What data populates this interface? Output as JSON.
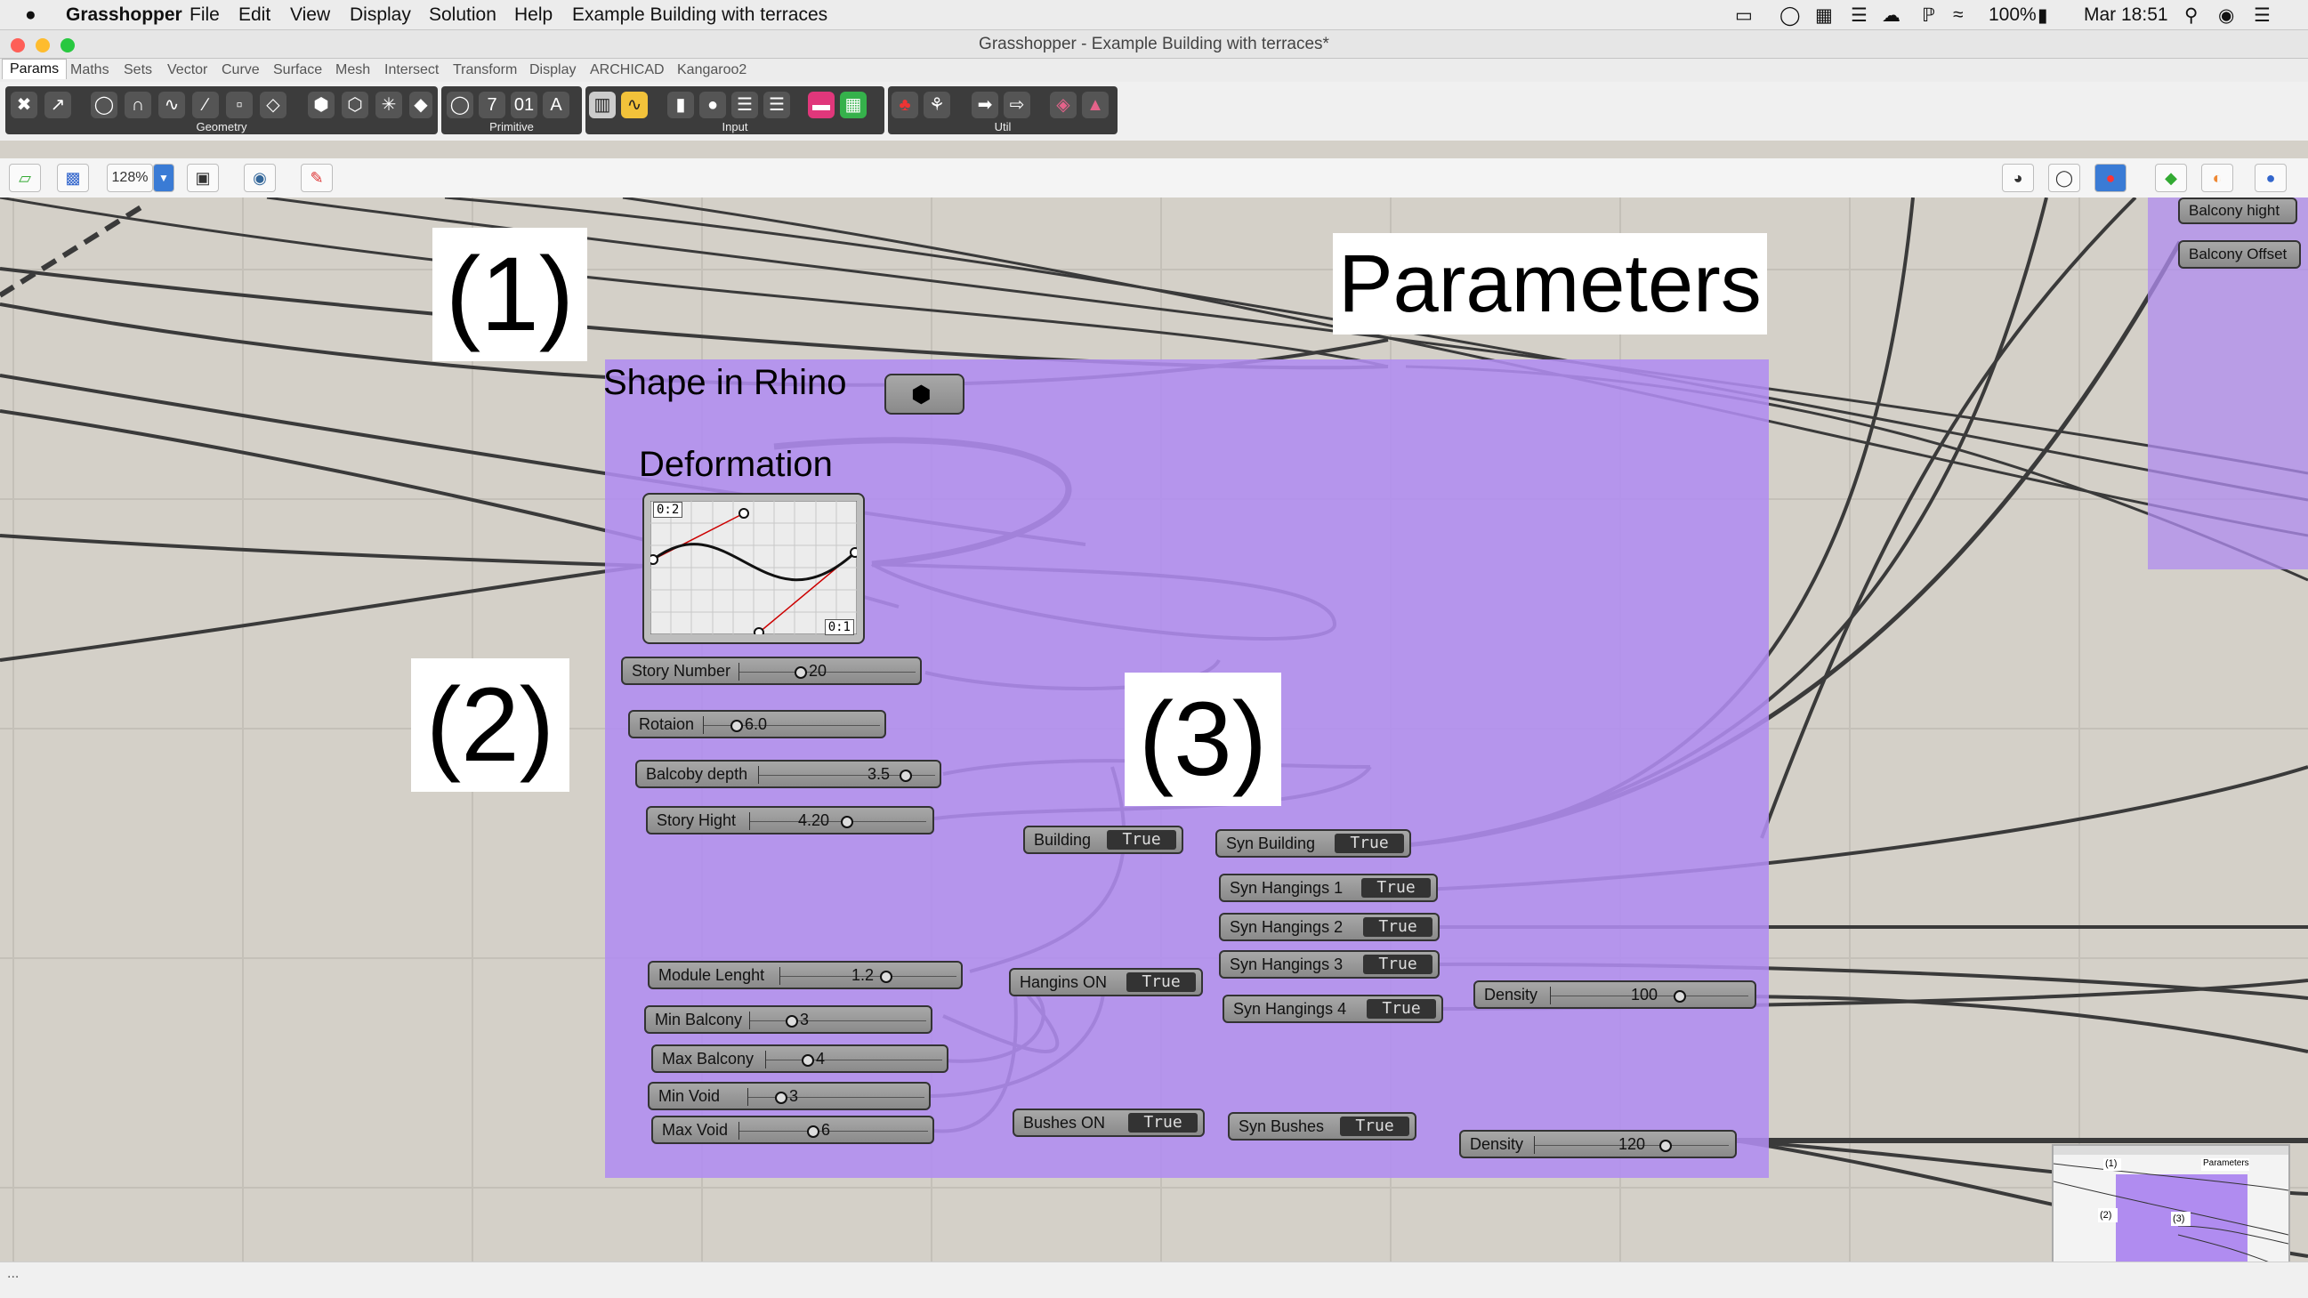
{
  "menubar": {
    "app_name": "Grasshopper",
    "items": [
      "File",
      "Edit",
      "View",
      "Display",
      "Solution",
      "Help"
    ],
    "document": "Example Building with terraces",
    "battery": "100%",
    "clock": "Mar 18:51"
  },
  "window": {
    "title": "Grasshopper - Example Building with terraces*"
  },
  "tabs": [
    "Params",
    "Maths",
    "Sets",
    "Vector",
    "Curve",
    "Surface",
    "Mesh",
    "Intersect",
    "Transform",
    "Display",
    "ARCHICAD",
    "Kangaroo2"
  ],
  "toolbar_groups": [
    "Geometry",
    "Primitive",
    "Input",
    "Util"
  ],
  "canvas_toolbar": {
    "zoom": "128%"
  },
  "notes": {
    "one": "(1)",
    "two": "(2)",
    "three": "(3)",
    "parameters": "Parameters"
  },
  "labels": {
    "shape_in_rhino": "Shape in Rhino",
    "deformation": "Deformation"
  },
  "graph": {
    "top_left": "0:2",
    "bottom_right": "0:1"
  },
  "sliders": [
    {
      "label": "Story Number",
      "value": "20"
    },
    {
      "label": "Rotaion",
      "value": "6.0"
    },
    {
      "label": "Balcoby depth",
      "value": "3.5"
    },
    {
      "label": "Story Hight",
      "value": "4.20"
    },
    {
      "label": "Module Lenght",
      "value": "1.2"
    },
    {
      "label": "Min Balcony",
      "value": "3"
    },
    {
      "label": "Max Balcony",
      "value": "4"
    },
    {
      "label": "Min Void",
      "value": "3"
    },
    {
      "label": "Max Void",
      "value": "6"
    },
    {
      "label": "Density",
      "value": "100"
    },
    {
      "label": "Density",
      "value": "120"
    }
  ],
  "toggles": [
    {
      "label": "Building",
      "value": "True"
    },
    {
      "label": "Hangins ON",
      "value": "True"
    },
    {
      "label": "Bushes ON",
      "value": "True"
    }
  ],
  "syn": [
    {
      "label": "Syn Building",
      "value": "True"
    },
    {
      "label": "Syn Hangings 1",
      "value": "True"
    },
    {
      "label": "Syn Hangings 2",
      "value": "True"
    },
    {
      "label": "Syn Hangings 3",
      "value": "True"
    },
    {
      "label": "Syn Hangings 4",
      "value": "True"
    },
    {
      "label": "Syn Bushes",
      "value": "True"
    }
  ],
  "right_params": [
    "Balcony hight",
    "Balcony Offset"
  ],
  "minimap": {
    "one": "(1)",
    "two": "(2)",
    "three": "(3)",
    "parameters": "Parameters"
  },
  "statusbar": {
    "text": "..."
  }
}
